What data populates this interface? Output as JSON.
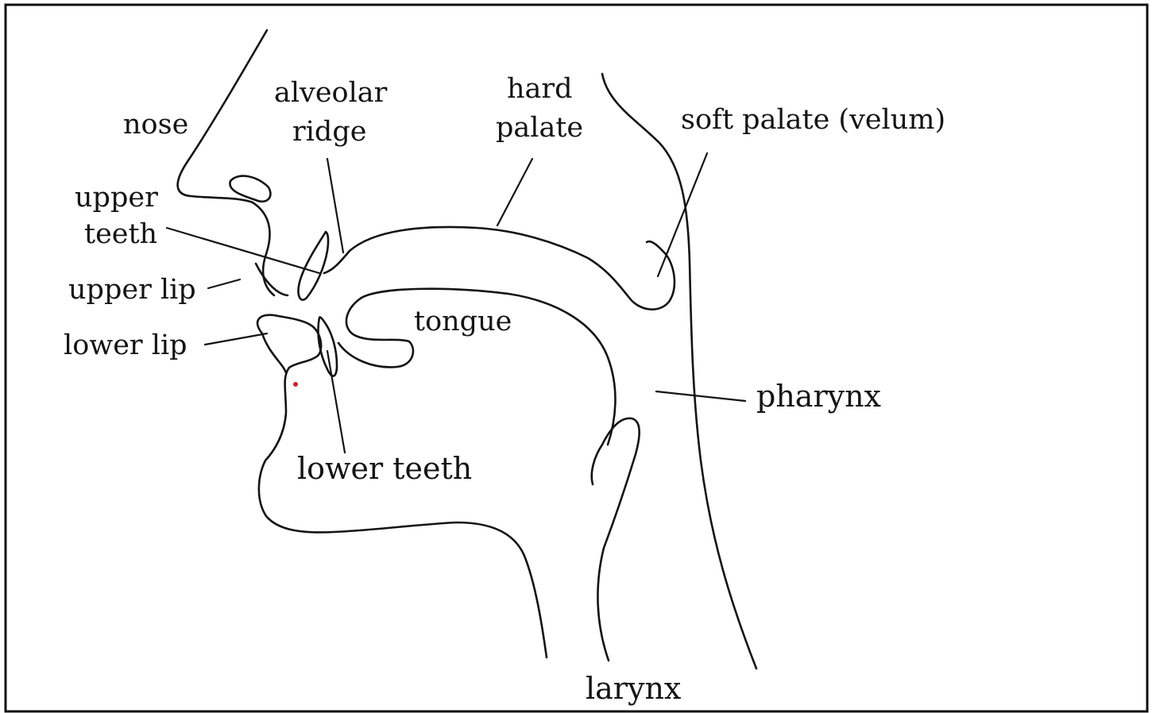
{
  "labels": {
    "nose": "nose",
    "alveolar_ridge_line1": "alveolar",
    "alveolar_ridge_line2": "ridge",
    "hard_palate_line1": "hard",
    "hard_palate_line2": "palate",
    "soft_palate": "soft palate (velum)",
    "upper_teeth_line1": "upper",
    "upper_teeth_line2": "teeth",
    "upper_lip": "upper lip",
    "lower_lip": "lower lip",
    "tongue": "tongue",
    "pharynx": "pharynx",
    "lower_teeth": "lower teeth",
    "larynx": "larynx"
  },
  "colors": {
    "line": "#141414",
    "background": "#ffffff",
    "mark": "#d0202a"
  }
}
